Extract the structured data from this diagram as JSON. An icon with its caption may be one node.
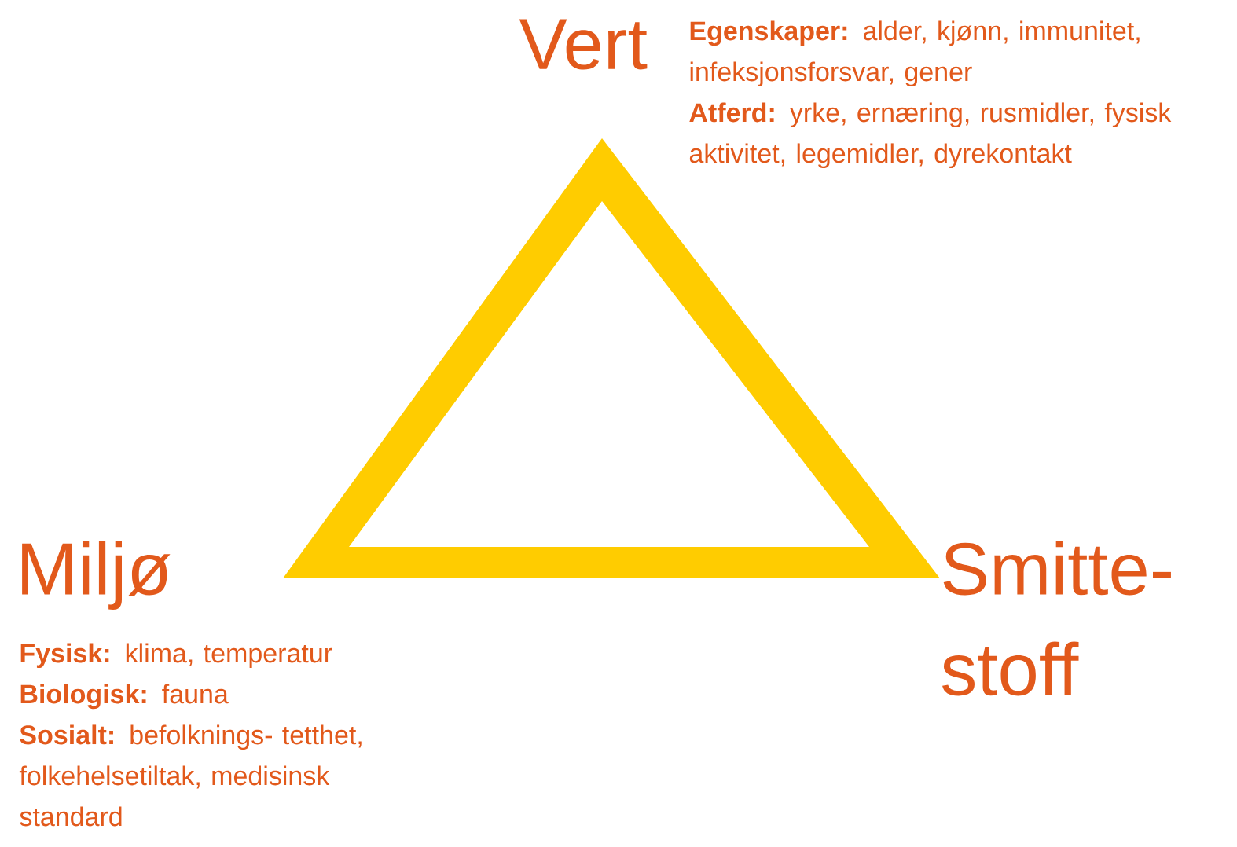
{
  "diagram": {
    "labels": [
      "Vert",
      "**Egenskaper:** alder, kjønn, immunitet, infeksjonsforsvar, gener",
      "**Atferd:** yrke, ernæring, rusmidler, fysisk aktivitet, legemidler, dyrekontakt",
      "Miljø",
      "**Fysisk:** klima, temperatur",
      "**Biologisk:** fauna",
      "**Sosialt:** befolknings- tetthet, folkehelsetiltak, medisinsk standard",
      "Smitte- stoff"
    ]
  }
}
